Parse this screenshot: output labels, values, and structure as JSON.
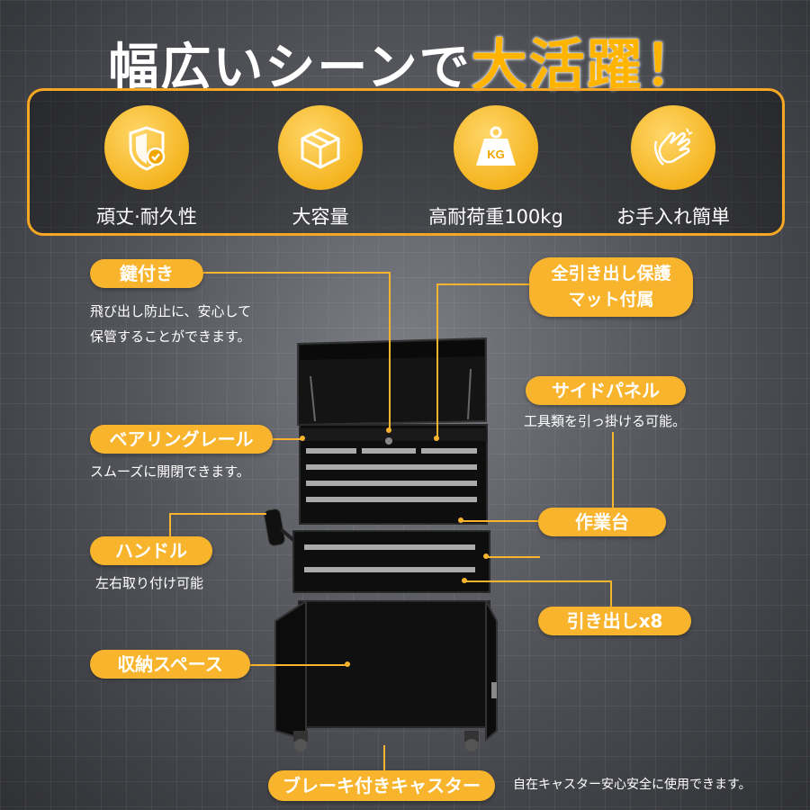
{
  "title": {
    "main": "幅広いシーンで",
    "highlight": "大活躍！"
  },
  "features": [
    {
      "icon": "shield-check-icon",
      "label": "頑丈·耐久性"
    },
    {
      "icon": "box-icon",
      "label": "大容量"
    },
    {
      "icon": "kg-weight-icon",
      "icon_text": "KG",
      "label": "高耐荷重100kg"
    },
    {
      "icon": "cleaning-hand-icon",
      "label": "お手入れ簡単"
    }
  ],
  "callouts": {
    "lock": {
      "title": "鍵付き",
      "desc_line1": "飛び出し防止に、安心して",
      "desc_line2": "保管することができます。"
    },
    "mat": {
      "title_line1": "全引き出し保護",
      "title_line2": "マット付属"
    },
    "side_panel": {
      "title": "サイドパネル",
      "desc": "工具類を引っ掛ける可能。"
    },
    "bearing": {
      "title": "ベアリングレール",
      "desc": "スムーズに開閉できます。"
    },
    "worktop": {
      "title": "作業台"
    },
    "handle": {
      "title": "ハンドル",
      "desc": "左右取り付け可能"
    },
    "drawers": {
      "title": "引き出しx8"
    },
    "storage": {
      "title": "収納スペース"
    },
    "casters": {
      "title": "ブレーキ付きキャスター",
      "desc": "自在キャスター安心安全に使用できます。"
    }
  },
  "colors": {
    "accent": "#f7b42c",
    "highlight": "#ffb400"
  }
}
